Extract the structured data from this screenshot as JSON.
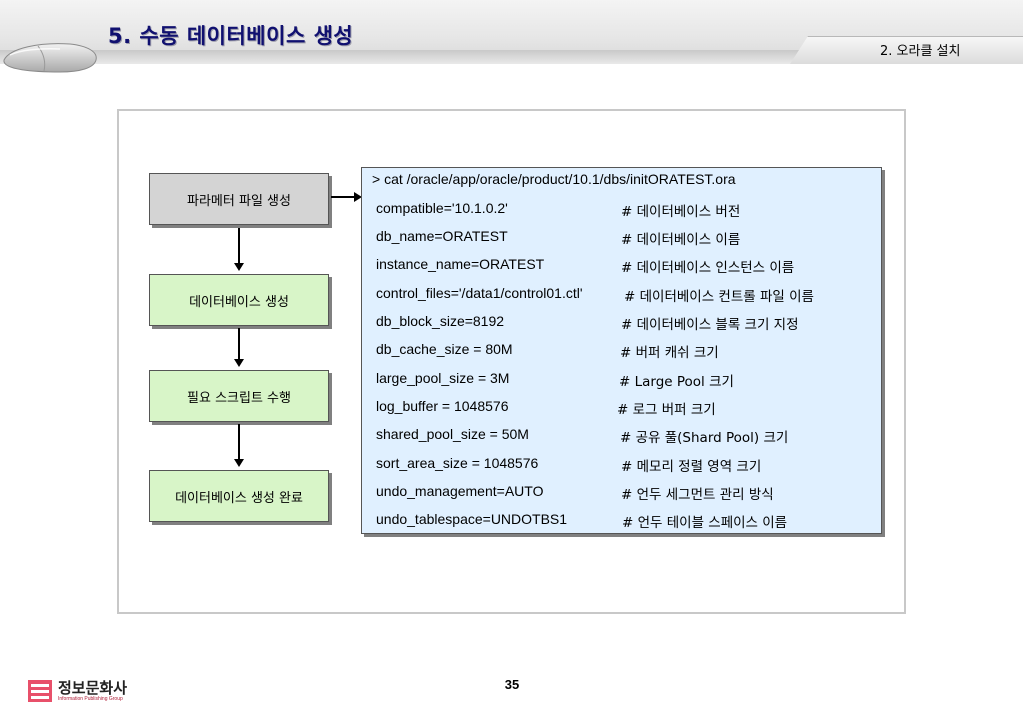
{
  "header": {
    "title": "5. 수동 데이터베이스 생성",
    "section": "2. 오라클 설치"
  },
  "flow": {
    "steps": [
      "파라메터 파일 생성",
      "데이터베이스 생성",
      "필요 스크립트 수행",
      "데이터베이스 생성 완료"
    ]
  },
  "config": {
    "command": "> cat /oracle/app/oracle/product/10.1/dbs/initORATEST.ora",
    "rows": [
      {
        "key": "compatible='10.1.0.2'",
        "comment": "# 데이터베이스 버전"
      },
      {
        "key": "db_name=ORATEST",
        "comment": "# 데이터베이스 이름"
      },
      {
        "key": "instance_name=ORATEST",
        "comment": "# 데이터베이스 인스턴스 이름"
      },
      {
        "key": "control_files='/data1/control01.ctl'",
        "comment": "# 데이터베이스 컨트롤 파일 이름"
      },
      {
        "key": "db_block_size=8192",
        "comment": "# 데이터베이스 블록 크기 지정"
      },
      {
        "key": "db_cache_size = 80M",
        "comment": "# 버퍼 캐쉬 크기"
      },
      {
        "key": "large_pool_size = 3M",
        "comment": "# Large Pool 크기"
      },
      {
        "key": "log_buffer = 1048576",
        "comment": "# 로그 버퍼 크기"
      },
      {
        "key": "shared_pool_size = 50M",
        "comment": "# 공유 풀(Shard Pool) 크기"
      },
      {
        "key": "sort_area_size = 1048576",
        "comment": "# 메모리 정렬 영역 크기"
      },
      {
        "key": "undo_management=AUTO",
        "comment": "# 언두 세그먼트 관리 방식"
      },
      {
        "key": "undo_tablespace=UNDOTBS1",
        "comment": "# 언두 테이블 스페이스 이름"
      }
    ]
  },
  "footer": {
    "logo_name": "정보문화사",
    "logo_sub": "Information Publishing Group",
    "page_number": "35"
  },
  "colors": {
    "title": "#101070",
    "flow_gray": "#d4d4d4",
    "flow_green": "#d8f5c8",
    "config_bg": "#e0f0ff",
    "logo_accent": "#e03a50"
  },
  "icons": [
    "computer-mouse-icon",
    "publisher-logo-icon"
  ]
}
